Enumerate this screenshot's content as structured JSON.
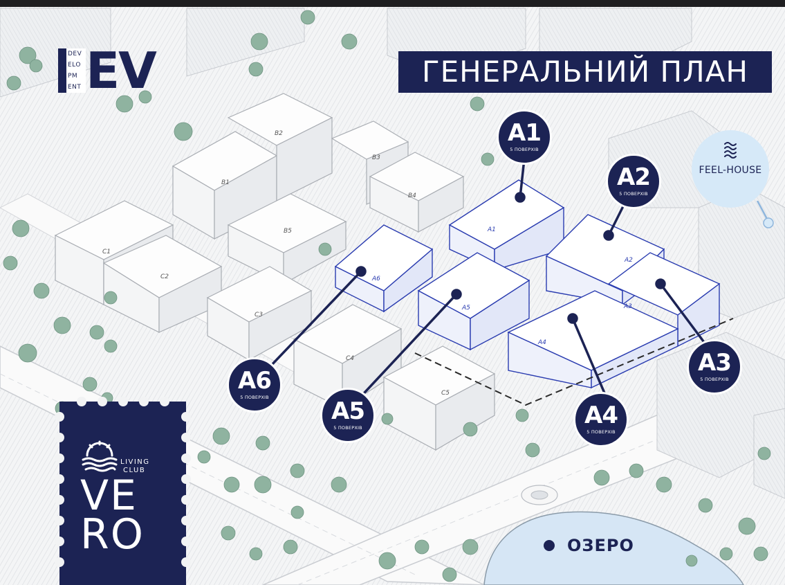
{
  "brand": {
    "developer_logo": {
      "sub_lines": [
        "DEV",
        "ELO",
        "PM",
        "ENT"
      ],
      "word": "EV"
    }
  },
  "title": "ГЕНЕРАЛЬНИЙ ПЛАН",
  "buildings": [
    {
      "code": "A1",
      "floors": "5 ПОВЕРХІВ"
    },
    {
      "code": "A2",
      "floors": "5 ПОВЕРХІВ"
    },
    {
      "code": "A3",
      "floors": "5 ПОВЕРХІВ"
    },
    {
      "code": "A4",
      "floors": "5 ПОВЕРХІВ"
    },
    {
      "code": "A5",
      "floors": "5 ПОВЕРХІВ"
    },
    {
      "code": "A6",
      "floors": "5 ПОВЕРХІВ"
    }
  ],
  "map_block_labels": [
    "A1",
    "A2",
    "A3",
    "A4",
    "A5",
    "A6",
    "B1",
    "B2",
    "B3",
    "B4",
    "B5",
    "C1",
    "C2",
    "C3",
    "C4",
    "C5"
  ],
  "partner": {
    "name": "FEEL-HOUSE",
    "icon": "wave-stack-icon"
  },
  "project": {
    "line1": "LIVING",
    "line2": "CLUB",
    "name_top": "VE",
    "name_bottom": "RO",
    "icon": "sun-waves-icon"
  },
  "landmark": {
    "label": "ОЗЕРО"
  },
  "colors": {
    "navy": "#1c2354",
    "highlight": "#2a3cb0",
    "tree": "#8fb3a0",
    "lake": "#d6e6f5"
  }
}
